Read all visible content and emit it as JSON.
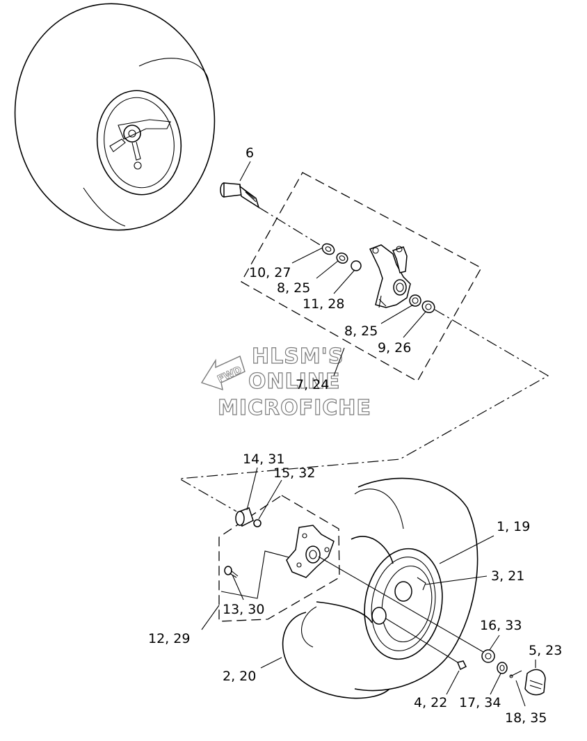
{
  "watermark": {
    "line1": "HLSM'S",
    "line2": "ONLINE",
    "line3": "MICROFICHE",
    "arrow_label": "FWD"
  },
  "callouts": {
    "c6": "6",
    "c10_27": "10, 27",
    "c8_25_a": "8, 25",
    "c11_28": "11, 28",
    "c8_25_b": "8, 25",
    "c9_26": "9, 26",
    "c7_24": "7, 24",
    "c14_31": "14, 31",
    "c15_32": "15, 32",
    "c1_19": "1, 19",
    "c3_21": "3, 21",
    "c13_30": "13, 30",
    "c12_29": "12, 29",
    "c16_33": "16, 33",
    "c5_23": "5, 23",
    "c2_20": "2, 20",
    "c4_22": "4, 22",
    "c17_34": "17, 34",
    "c18_35": "18, 35"
  },
  "icons": [
    "tire-icon",
    "knuckle-icon",
    "hub-icon",
    "wheel-rim-icon",
    "bearing-icon",
    "nut-icon",
    "cap-icon"
  ]
}
